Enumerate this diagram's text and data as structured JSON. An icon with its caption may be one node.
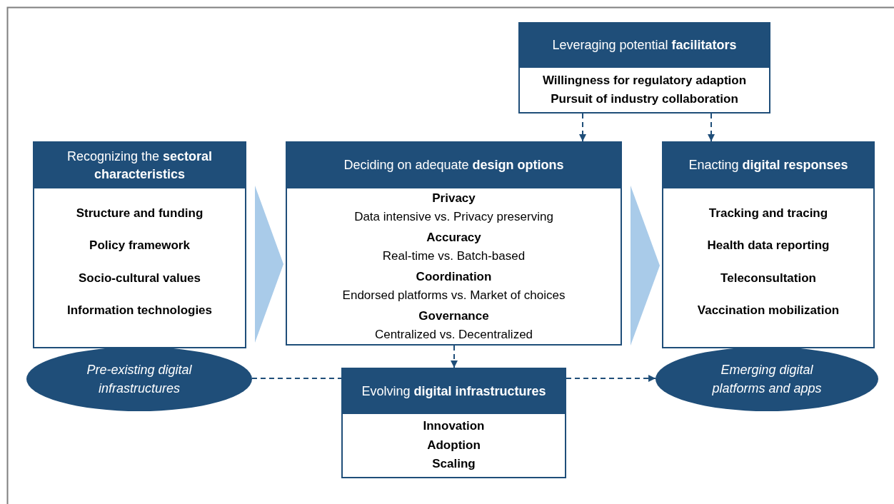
{
  "diagram": {
    "nodes": [
      {
        "text": [
          "Leveraging potential **facilitators**",
          "Willingness for regulatory adaption",
          "Pursuit of industry collaboration"
        ]
      },
      {
        "text": [
          "Recognizing the **sectoral characteristics**",
          "Structure and funding",
          "Policy framework",
          "Socio-cultural values",
          "Information technologies"
        ]
      },
      {
        "text": [
          "Pre-existing digital infrastructures"
        ]
      },
      {
        "text": [
          "Deciding on adequate **design options**",
          "Privacy",
          "Data intensive vs. Privacy preserving",
          "Accuracy",
          "Real-time vs. Batch-based",
          "Coordination",
          "Endorsed platforms vs. Market of choices",
          "Governance",
          "Centralized vs. Decentralized"
        ]
      },
      {
        "text": [
          "Enacting **digital responses**",
          "Tracking and tracing",
          "Health data reporting",
          "Teleconsultation",
          "Vaccination mobilization"
        ]
      },
      {
        "text": [
          "Emerging digital platforms and apps"
        ]
      },
      {
        "text": [
          "Evolving **digital infrastructures**",
          "Innovation",
          "Adoption",
          "Scaling"
        ]
      }
    ],
    "edges": [
      {
        "from": 1,
        "to": 3,
        "arrow": "to",
        "style": "thick",
        "color": "#a9cbe9"
      },
      {
        "from": 3,
        "to": 4,
        "arrow": "to",
        "style": "thick",
        "color": "#a9cbe9"
      },
      {
        "from": 0,
        "to": 3,
        "arrow": "to",
        "style": "dashed"
      },
      {
        "from": 0,
        "to": 4,
        "arrow": "to",
        "style": "dashed"
      },
      {
        "from": 3,
        "to": 6,
        "arrow": "to",
        "style": "dashed"
      },
      {
        "from": 2,
        "to": 6,
        "arrow": "none",
        "style": "dashed"
      },
      {
        "from": 6,
        "to": 5,
        "arrow": "to",
        "style": "dashed"
      }
    ]
  }
}
